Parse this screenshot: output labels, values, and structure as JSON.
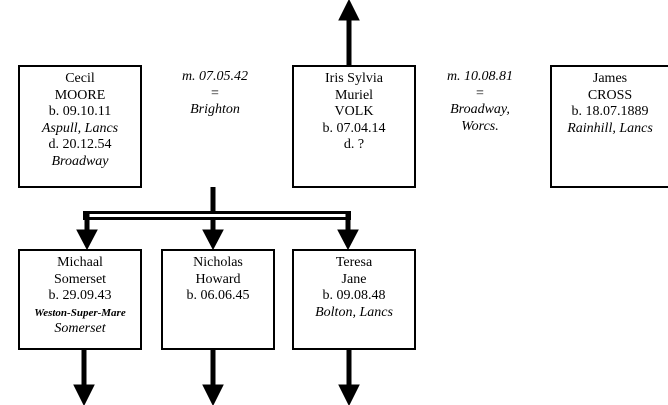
{
  "persons": {
    "cecil": {
      "lines": [
        "Cecil",
        "MOORE",
        "b. 09.10.11",
        "Aspull, Lancs",
        "d. 20.12.54",
        "Broadway"
      ]
    },
    "iris": {
      "lines": [
        "Iris Sylvia",
        "Muriel",
        "VOLK",
        "b. 07.04.14",
        "d. ?"
      ]
    },
    "james": {
      "lines": [
        "James",
        "CROSS",
        "b. 18.07.1889",
        "Rainhill, Lancs"
      ]
    },
    "michaal": {
      "lines": [
        "Michaal",
        "Somerset",
        "b. 29.09.43",
        "Weston-Super-Mare",
        "Somerset"
      ]
    },
    "nicholas": {
      "lines": [
        "Nicholas",
        "Howard",
        "b. 06.06.45"
      ]
    },
    "teresa": {
      "lines": [
        "Teresa",
        "Jane",
        "b. 09.08.48",
        "Bolton, Lancs"
      ]
    }
  },
  "marriages": {
    "first": {
      "date": "m. 07.05.42",
      "sign": "=",
      "place": "Brighton"
    },
    "second": {
      "date": "m. 10.08.81",
      "sign": "=",
      "place_line1": "Broadway,",
      "place_line2": "Worcs."
    }
  }
}
